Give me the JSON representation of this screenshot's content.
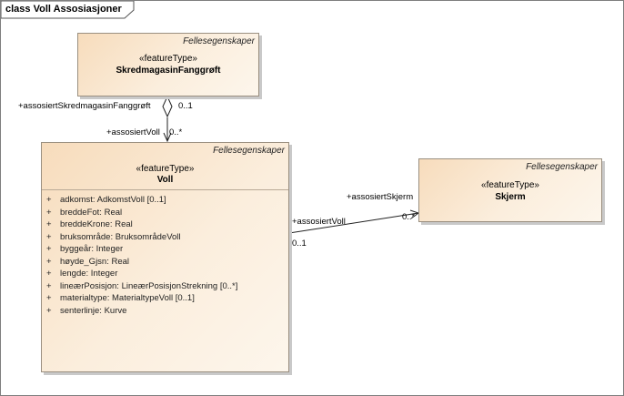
{
  "diagram": {
    "title": "class Voll Assosiasjoner"
  },
  "classes": {
    "skredmagasin": {
      "package": "Fellesegenskaper",
      "stereotype": "«featureType»",
      "name": "SkredmagasinFanggrøft"
    },
    "voll": {
      "package": "Fellesegenskaper",
      "stereotype": "«featureType»",
      "name": "Voll",
      "attributes": [
        {
          "vis": "+",
          "text": "adkomst: AdkomstVoll [0..1]"
        },
        {
          "vis": "+",
          "text": "breddeFot: Real"
        },
        {
          "vis": "+",
          "text": "breddeKrone: Real"
        },
        {
          "vis": "+",
          "text": "bruksområde: BruksområdeVoll"
        },
        {
          "vis": "+",
          "text": "byggeår: Integer"
        },
        {
          "vis": "+",
          "text": "høyde_Gjsn: Real"
        },
        {
          "vis": "+",
          "text": "lengde: Integer"
        },
        {
          "vis": "+",
          "text": "lineærPosisjon: LineærPosisjonStrekning [0..*]"
        },
        {
          "vis": "+",
          "text": "materialtype: MaterialtypeVoll [0..1]"
        },
        {
          "vis": "+",
          "text": "senterlinje: Kurve"
        }
      ]
    },
    "skjerm": {
      "package": "Fellesegenskaper",
      "stereotype": "«featureType»",
      "name": "Skjerm"
    }
  },
  "associations": {
    "skredmagasin_voll": {
      "source_role": "+assosiertSkredmagasinFanggrøft",
      "source_mult": "0..1",
      "target_role": "+assosiertVoll",
      "target_mult": "0..*"
    },
    "voll_skjerm": {
      "source_role": "+assosiertVoll",
      "source_mult": "0..1",
      "target_role": "+assosiertSkjerm",
      "target_mult": "0..*"
    }
  },
  "colors": {
    "class_fill_start": "#f7dcbc",
    "class_fill_end": "#fdf6ec",
    "class_border": "#9a8f80",
    "line": "#222222"
  }
}
